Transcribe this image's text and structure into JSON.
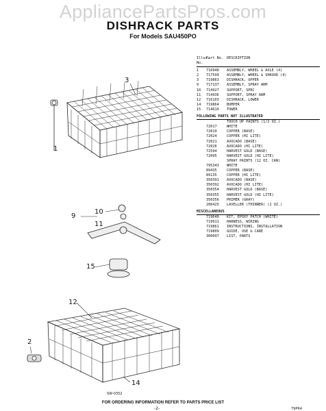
{
  "site": {
    "watermark": "AppliancePartsPros.com"
  },
  "header": {
    "title": "DISHRACK PARTS",
    "subtitle": "For Models SAU450PO"
  },
  "diagram": {
    "callouts": [
      "1",
      "2",
      "3",
      "9",
      "10",
      "11",
      "12",
      "14",
      "15"
    ],
    "figure_code": "SW-0352"
  },
  "parts": {
    "columns": {
      "illus": "Illus. No.",
      "part": "Part No.",
      "description": "DESCRIPTION"
    },
    "rows": [
      {
        "no": "1",
        "part": "716948",
        "description": "ASSEMBLY, WHEEL & AXLE (4)"
      },
      {
        "no": "2",
        "part": "717599",
        "description": "ASSEMBLY, WHEEL & SHROUD (4)"
      },
      {
        "no": "3",
        "part": "719863",
        "description": "DISHRACK, UPPER"
      },
      {
        "no": "9",
        "part": "717137",
        "description": "ASSEMBLY, SPRAY ARM"
      },
      {
        "no": "10",
        "part": "714927",
        "description": "SUPPORT, SPRC"
      },
      {
        "no": "11",
        "part": "714936",
        "description": "SUPPORT, SPRAY ARM"
      },
      {
        "no": "12",
        "part": "716103",
        "description": "DISHRACK, LOWER"
      },
      {
        "no": "14",
        "part": "719864",
        "description": "BUMPER"
      },
      {
        "no": "15",
        "part": "714619",
        "description": "TOWER"
      }
    ],
    "not_illustrated": {
      "title": "FOLLOWING PARTS NOT ILLUSTRATED",
      "rows": [
        {
          "part": "",
          "description": "TOUCH UP PAINTS (1/2 OZ.)"
        },
        {
          "part": "72017",
          "description": "WHITE"
        },
        {
          "part": "72019",
          "description": "COPPER (BASE)"
        },
        {
          "part": "72024",
          "description": "COPPER (HI LITE)"
        },
        {
          "part": "72021",
          "description": "AVOCADO (BASE)"
        },
        {
          "part": "72026",
          "description": "AVOCADO (HI LITE)"
        },
        {
          "part": "72594",
          "description": "HARVEST GOLD (BASE)"
        },
        {
          "part": "72095",
          "description": "HARVEST GOLD (HI LITE)"
        },
        {
          "part": "",
          "description": "SPRAY PAINTS (12 OZ. CAN)"
        },
        {
          "part": "795343",
          "description": "WHITE"
        },
        {
          "part": "89435",
          "description": "COPPER (BASE)"
        },
        {
          "part": "89135",
          "description": "COPPER (HI LITE)"
        },
        {
          "part": "350391",
          "description": "AVOCADO (BASE)"
        },
        {
          "part": "350392",
          "description": "AVOCADO (HI LITE)"
        },
        {
          "part": "350354",
          "description": "HARVEST GOLD (BASE)"
        },
        {
          "part": "350355",
          "description": "HARVEST GOLD (HI LITE)"
        },
        {
          "part": "350356",
          "description": "PRIMER (GRAY)"
        },
        {
          "part": "206425",
          "description": "LAVELLER (THINNER) (2 OZ.)"
        }
      ]
    },
    "misc": {
      "title": "MISCELLANEOUS",
      "rows": [
        {
          "part": "719640",
          "description": "KIT, EPOXY PATCH (WHITE)"
        },
        {
          "part": "719911",
          "description": "HARNESS, WIRING"
        },
        {
          "part": "719861",
          "description": "INSTRUCTIONS, INSTALLATION"
        },
        {
          "part": "719809",
          "description": "GUIDE, USE & CARE"
        },
        {
          "part": "300097",
          "description": "LIST, PARTS"
        }
      ]
    }
  },
  "footer": {
    "note": "FOR ORDERING INFORMATION REFER TO PARTS PRICE LIST",
    "page": "-2-",
    "code": "79PR4"
  }
}
